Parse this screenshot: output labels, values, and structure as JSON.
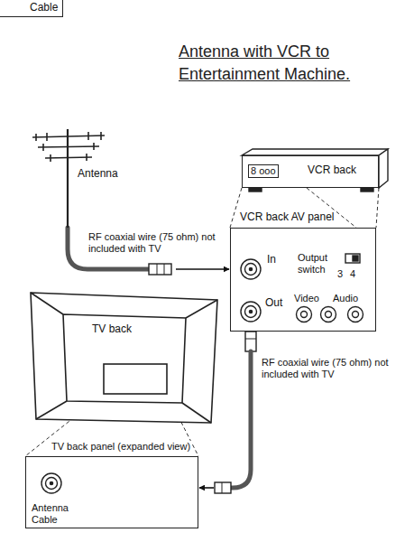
{
  "diagram": {
    "title": "Antenna with VCR to Entertainment Machine.",
    "nodes": [
      {
        "text": [
          "Cable"
        ]
      },
      {
        "text": [
          "Antenna"
        ]
      },
      {
        "text": [
          "8 ooo",
          "VCR back"
        ]
      },
      {
        "text": [
          "VCR back AV panel",
          "In",
          "Output switch",
          "3",
          "4",
          "Out",
          "Video",
          "Audio"
        ]
      },
      {
        "text": [
          "TV back"
        ]
      },
      {
        "text": [
          "TV back panel (expanded view)",
          "Antenna Cable"
        ]
      }
    ],
    "edges": [
      {
        "from": 1,
        "to": 3,
        "arrow": "to",
        "label": "RF coaxial wire (75 ohm) not included with TV"
      },
      {
        "from": 2,
        "to": 3,
        "arrow": "none"
      },
      {
        "from": 3,
        "to": 5,
        "arrow": "to",
        "label": "RF coaxial wire (75 ohm) not included with TV"
      },
      {
        "from": 4,
        "to": 5,
        "arrow": "none"
      }
    ]
  }
}
